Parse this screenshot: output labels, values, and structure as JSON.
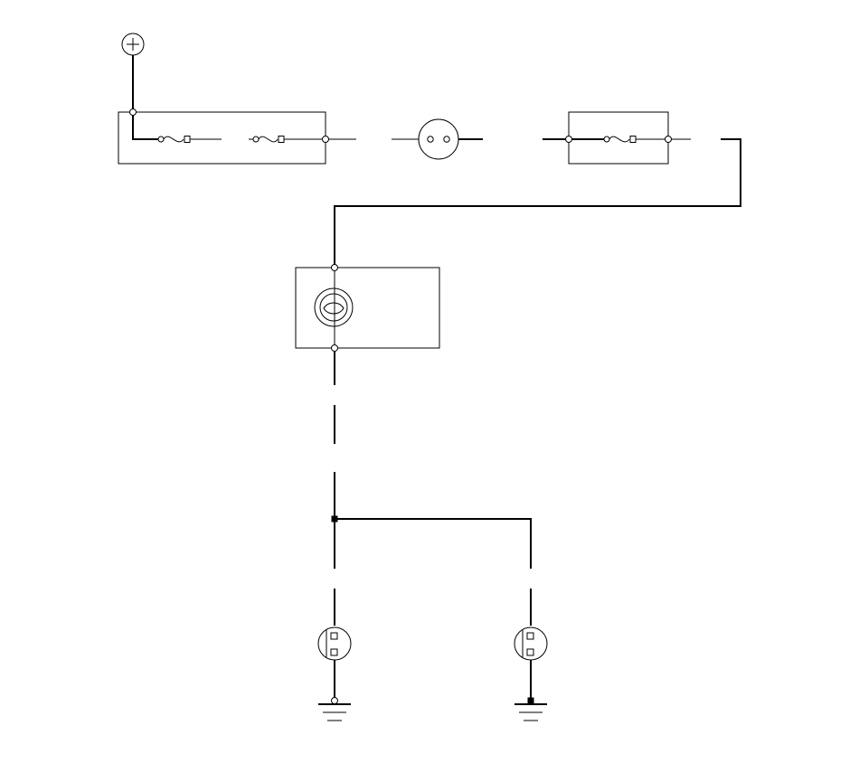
{
  "diagram": {
    "colors": {
      "line": "#000000",
      "background": "#ffffff"
    },
    "components": [
      {
        "id": "battery-positive",
        "symbol": "plus-sign-icon"
      },
      {
        "id": "fuse-block-1",
        "symbol": "fuse-icon",
        "fuse_count": 2
      },
      {
        "id": "connector-1",
        "symbol": "connector-icon"
      },
      {
        "id": "fuse-block-2",
        "symbol": "fuse-icon",
        "fuse_count": 1
      },
      {
        "id": "lamp-unit",
        "symbol": "lamp-icon"
      },
      {
        "id": "ground-connector-left",
        "symbol": "connector-icon"
      },
      {
        "id": "ground-connector-right",
        "symbol": "connector-icon"
      },
      {
        "id": "ground-left",
        "symbol": "ground-icon"
      },
      {
        "id": "ground-right",
        "symbol": "ground-icon"
      }
    ]
  }
}
